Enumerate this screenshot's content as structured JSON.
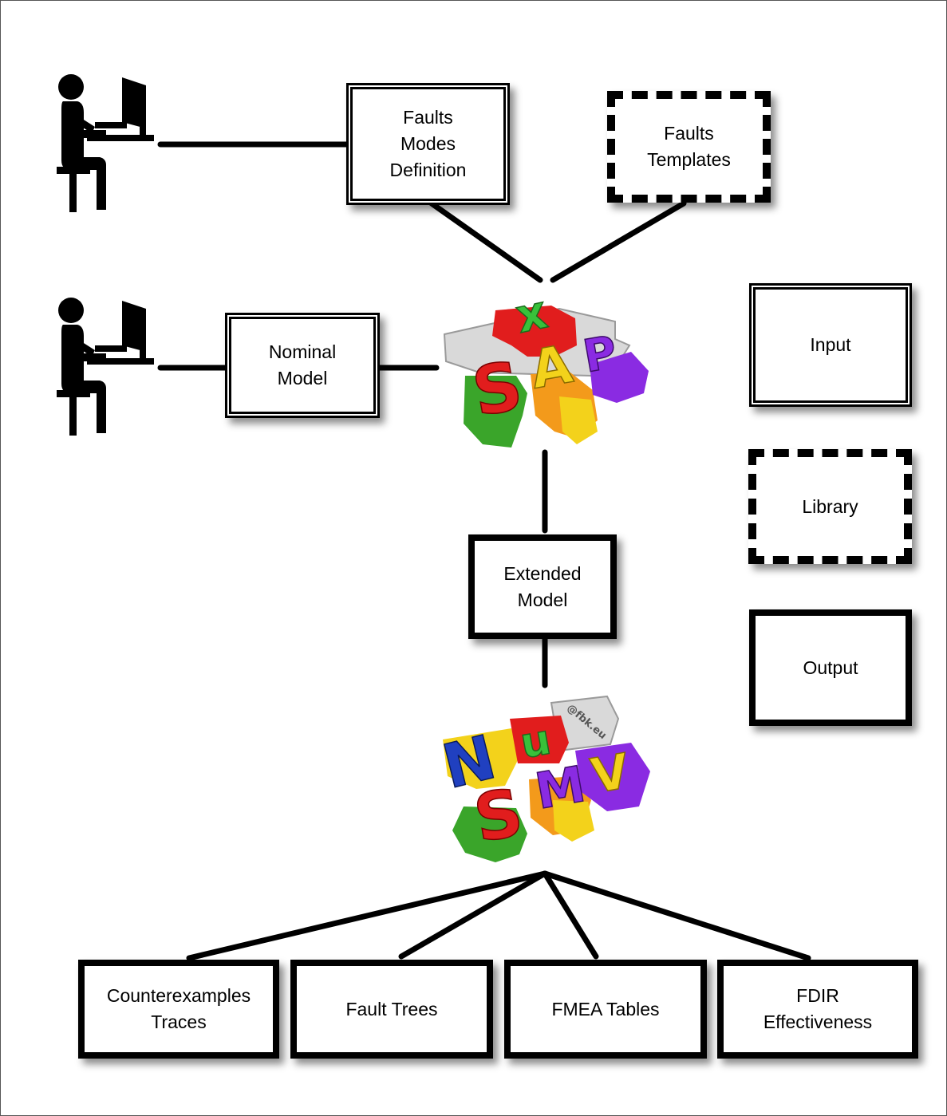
{
  "boxes": {
    "faults_modes_definition": "Faults\nModes\nDefinition",
    "faults_templates": "Faults\nTemplates",
    "nominal_model": "Nominal\nModel",
    "extended_model": "Extended\nModel",
    "counterexamples_traces": "Counterexamples\nTraces",
    "fault_trees": "Fault Trees",
    "fmea_tables": "FMEA Tables",
    "fdir_effectiveness": "FDIR\nEffectiveness"
  },
  "legend": {
    "input": "Input",
    "library": "Library",
    "output": "Output"
  },
  "logos": {
    "xsap": {
      "letters": [
        "x",
        "S",
        "A",
        "P"
      ]
    },
    "nusmv": {
      "letters": [
        "N",
        "u",
        "S",
        "M",
        "V"
      ],
      "tag": "@fbk.eu"
    }
  },
  "icons": [
    "user-at-computer-icon",
    "user-at-computer-icon"
  ],
  "colors": {
    "puzzle_red": "#e11d1d",
    "puzzle_green": "#3aa52a",
    "puzzle_yellow": "#f3d21b",
    "puzzle_orange": "#f39a1b",
    "puzzle_purple": "#8a2be2",
    "puzzle_blue": "#2040c0",
    "puzzle_grey": "#d9d9d9"
  }
}
